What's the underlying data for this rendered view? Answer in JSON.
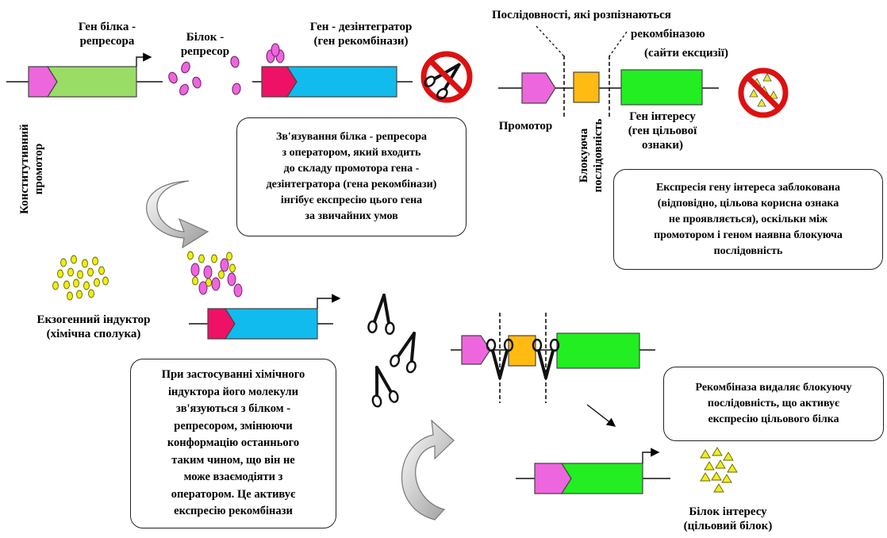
{
  "labels": {
    "repressor_gene": "Ген білка -\nрепресора",
    "repressor_protein": "Білок -\nрепресор",
    "recombinase_gene": "Ген - дезінтегратор\n(ген  рекомбінази)",
    "constitutive_promoter": "Конститутивний\nпромотор",
    "recognized_sequences_line1": "Послідовності, які розпізнаються",
    "recognized_sequences_line2": "рекомбіназою",
    "excision_sites": "(сайти  ексцизії)",
    "promoter": "Промотор",
    "blocking_sequence": "Блокуюча\nпослідовність",
    "gene_of_interest": "Ген  інтересу\n(ген  цільової\nознаки)",
    "exogenous_inducer": "Екзогенний  індуктор\n(хімічна  сполука)",
    "protein_of_interest": "Білок  інтересу\n(цільовий  білок)"
  },
  "boxes": {
    "repressor_binding": "Зв'язування  білка - репресора\nз  оператором,  який  входить\nдо  складу  промотора  гена -\nдезінтегратора  (гена  рекомбінази)\nінгібує  експресію  цього  гена\nза  звичайних  умов",
    "expression_blocked": "Експресія  гену  інтереса  заблокована\n(відповідно,  цільова  корисна  ознака\n не  проявляється),  оскільки  між\nпромотором  і  геном  наявна  блокуюча\nпослідовність",
    "inducer_action": "При  застосуванні  хімічного\nіндуктора  його  молекули\nзв'язуються  з  білком -\nрепресором,  змінюючи\nконформацію  останнього\nтаким  чином,  що  він  не\nможе  взаємодіяти  з\nоператором.  Це  активує\nекспресію  рекомбінази",
    "recombinase_removes": "Рекомбіназа  видаляє  блокуючу\nпослідовність,  що  активує\nекспресію  цільового  білка"
  },
  "colors": {
    "promoter_pink": "#ee66dd",
    "repressor_gene_green": "#99dd66",
    "recombinase_promoter_red": "#ee1166",
    "recombinase_gene_blue": "#11bbee",
    "blocking_orange": "#ffbb11",
    "interest_gene_green": "#22ee22",
    "repressor_protein": "#ee66dd",
    "inducer_yellow": "#eeee11",
    "target_protein_yellow": "#eeee22",
    "prohibition_red": "#dd1111"
  },
  "icons": [
    "scissors-icon",
    "prohibition-icon",
    "curved-arrow-icon"
  ]
}
